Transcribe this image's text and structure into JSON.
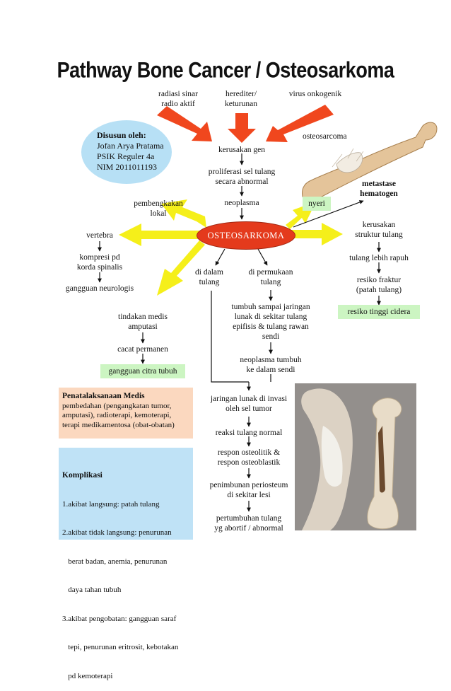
{
  "title": "Pathway Bone Cancer / Osteosarkoma",
  "author": {
    "heading": "Disusun oleh:",
    "lines": [
      "Jofan Arya Pratama",
      "PSIK Reguler 4a",
      "NIM 2011011193"
    ]
  },
  "causes": [
    [
      "radiasi sinar",
      "radio aktif"
    ],
    [
      "herediter/",
      "keturunan"
    ],
    [
      "virus onkogenik"
    ]
  ],
  "bone_label": "osteosarcoma",
  "center_chain": [
    [
      "kerusakan gen"
    ],
    [
      "proliferasi sel tulang",
      "secara abnormal"
    ],
    [
      "neoplasma"
    ]
  ],
  "center": "OSTEOSARKOMA",
  "nyeri": "nyeri",
  "metastase": [
    "metastase",
    "hematogen"
  ],
  "right_chain": [
    [
      "kerusakan",
      "struktur tulang"
    ],
    [
      "tulang lebih rapuh"
    ],
    [
      "resiko fraktur",
      "(patah tulang)"
    ]
  ],
  "right_result": "resiko tinggi cidera",
  "left_top": [
    "pembengkakan",
    "lokal"
  ],
  "left_chain": [
    [
      "vertebra"
    ],
    [
      "kompresi pd",
      "korda spinalis"
    ],
    [
      "gangguan neurologis"
    ]
  ],
  "lower_left_chain": [
    [
      "tindakan medis",
      "amputasi"
    ],
    [
      "cacat permanen"
    ]
  ],
  "lower_left_result": "gangguan citra tubuh",
  "di_dalam": [
    "di dalam",
    "tulang"
  ],
  "di_permukaan": [
    "di permukaan",
    "tulang"
  ],
  "surface_chain": [
    [
      "tumbuh sampai jaringan",
      "lunak di sekitar tulang",
      "epifisis & tulang rawan",
      "sendi"
    ],
    [
      "neoplasma tumbuh",
      "ke dalam sendi"
    ]
  ],
  "bottom_chain": [
    [
      "jaringan lunak di invasi",
      "oleh sel tumor"
    ],
    [
      "reaksi tulang normal"
    ],
    [
      "respon osteolitik &",
      "respon osteoblastik"
    ],
    [
      "penimbunan periosteum",
      "di sekitar lesi"
    ],
    [
      "pertumbuhan tulang",
      "yg abortif / abnormal"
    ]
  ],
  "penatalaksanaan": {
    "heading": "Penatalaksanaan Medis",
    "lines": [
      "pembedahan (pengangkatan tumor,",
      "amputasi), radioterapi, kemoterapi,",
      "terapi medikamentosa (obat-obatan)"
    ]
  },
  "komplikasi": {
    "heading": "Komplikasi",
    "lines": [
      "1.akibat langsung: patah tulang",
      "2.akibat tidak langsung: penurunan",
      "   berat badan, anemia, penurunan",
      "   daya tahan tubuh",
      "3.akibat pengobatan: gangguan saraf",
      "   tepi, penurunan eritrosit, kebotakan",
      "   pd kemoterapi"
    ]
  },
  "colors": {
    "arrow_red": "#f0471e",
    "arrow_yellow": "#f5ef1a",
    "green_box": "#ccf5c2",
    "center_oval": "#e43a1c"
  }
}
